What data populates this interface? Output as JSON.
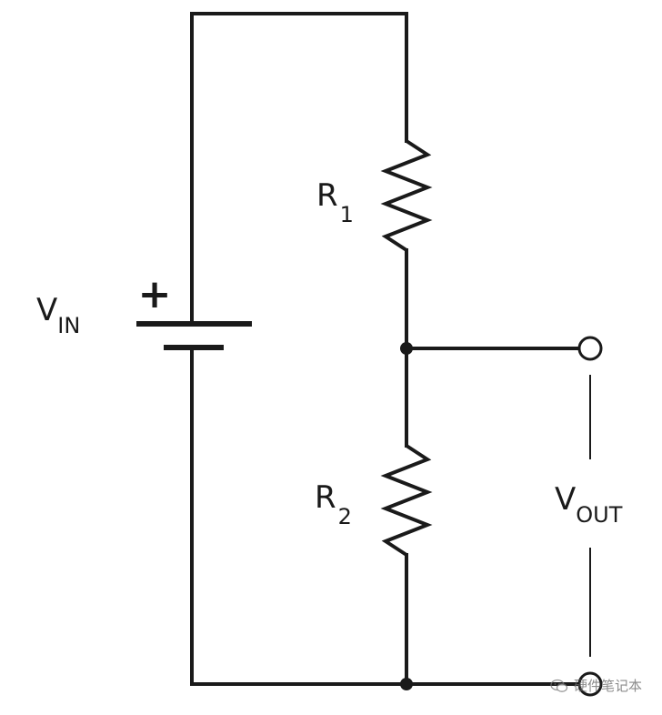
{
  "labels": {
    "vin": {
      "main": "V",
      "sub": "IN"
    },
    "r1": {
      "main": "R",
      "sub": "1"
    },
    "r2": {
      "main": "R",
      "sub": "2"
    },
    "vout": {
      "main": "V",
      "sub": "OUT"
    },
    "battery_polarity": "+"
  },
  "watermark": {
    "icon": "wechat-icon",
    "text": "硬件笔记本"
  },
  "colors": {
    "ink": "#1a1a1a",
    "background": "#ffffff"
  }
}
